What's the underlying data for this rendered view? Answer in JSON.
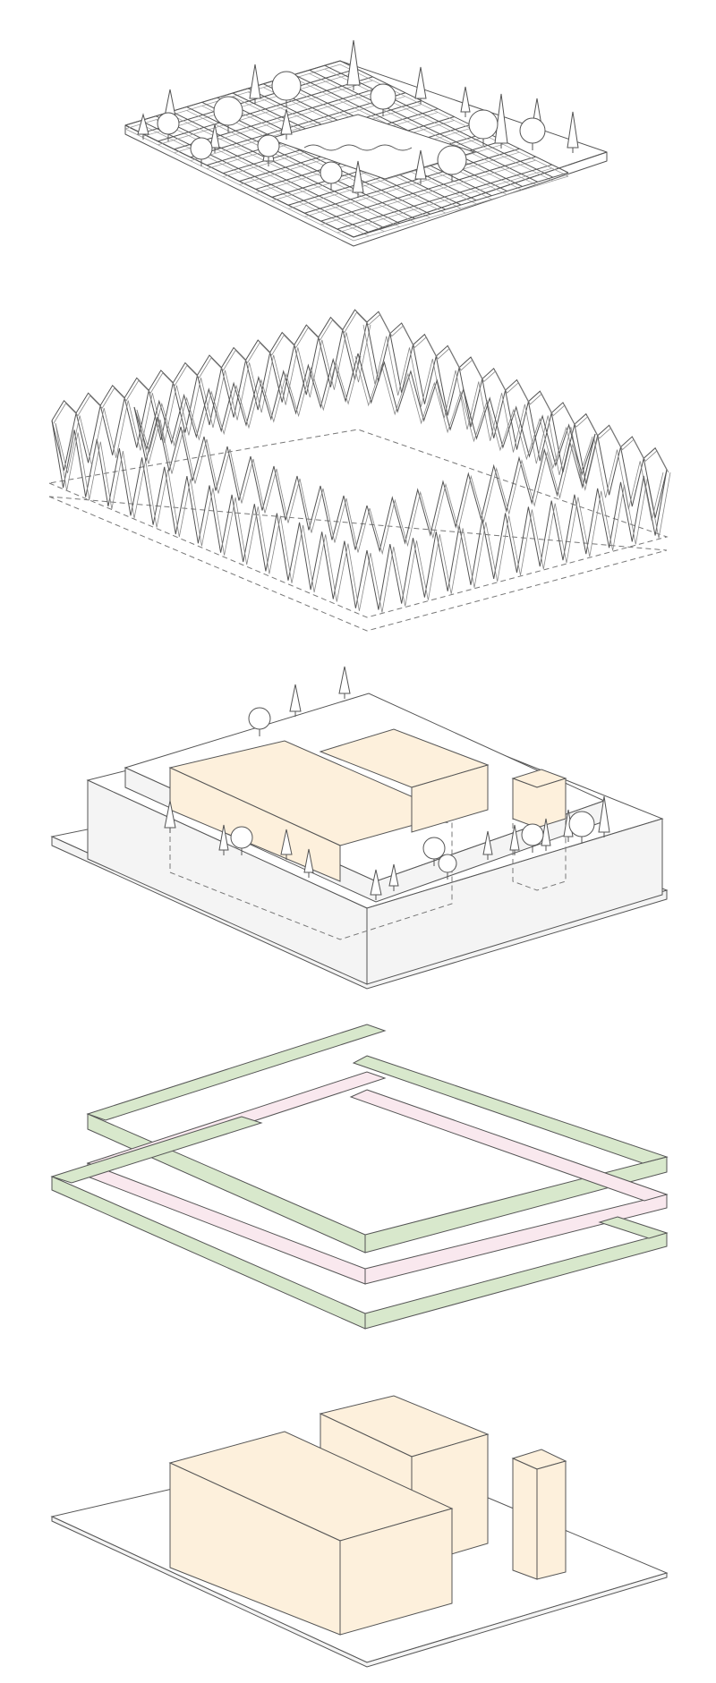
{
  "diagram": {
    "type": "exploded-axonometric",
    "layers": [
      {
        "key": "roof-garden",
        "name": "roof-garden-layer"
      },
      {
        "key": "diagrid-lattice",
        "name": "diagrid-lattice-layer"
      },
      {
        "key": "podium-courtyard",
        "name": "podium-courtyard-layer"
      },
      {
        "key": "circulation-rings",
        "name": "circulation-rings-layer"
      },
      {
        "key": "building-volumes",
        "name": "building-volumes-layer"
      }
    ]
  },
  "colors": {
    "stroke": "#555555",
    "volume_fill": "#fdf0dc",
    "podium_fill": "#f4f4f4",
    "ring_green": "#d8e8cc",
    "ring_pink": "#f9e8ee",
    "background": "#ffffff"
  }
}
